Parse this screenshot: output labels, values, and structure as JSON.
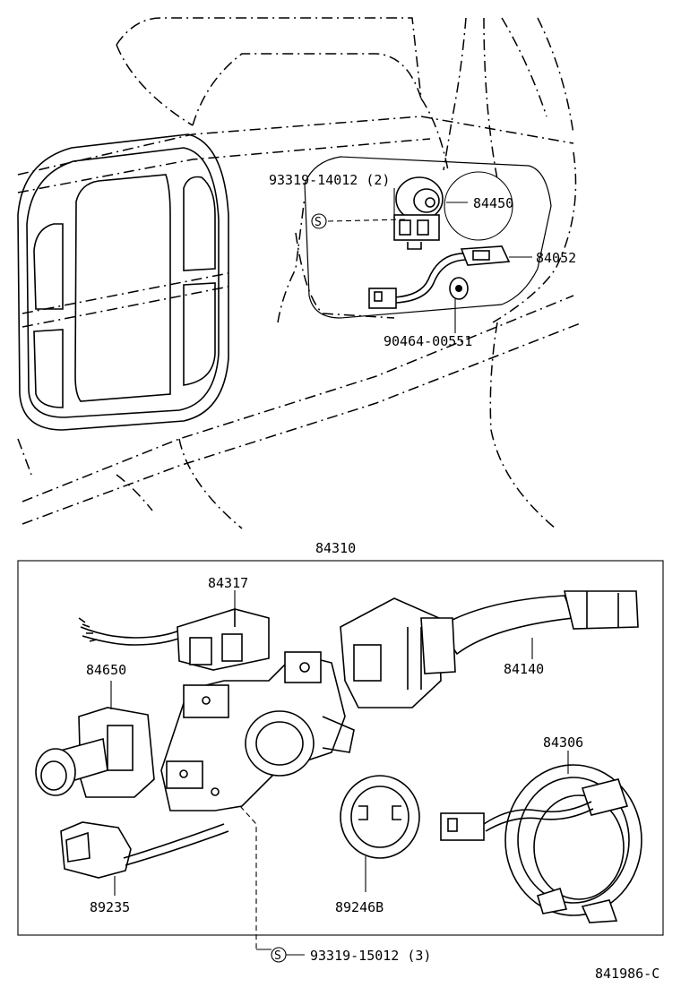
{
  "upper_labels": {
    "bolt": "93319-14012 (2)",
    "ignition_switch": "84450",
    "harness": "84052",
    "clamp": "90464-00551",
    "screw_symbol": "S"
  },
  "lower_labels": {
    "assembly": "84310",
    "sub_switch": "84317",
    "turn_lever": "84140",
    "light_switch": "84650",
    "spiral_cable": "84306",
    "relay": "89235",
    "retainer": "89246B",
    "screws": "93319-15012 (3)",
    "screw_symbol": "S"
  },
  "figure_code": "841986-C"
}
